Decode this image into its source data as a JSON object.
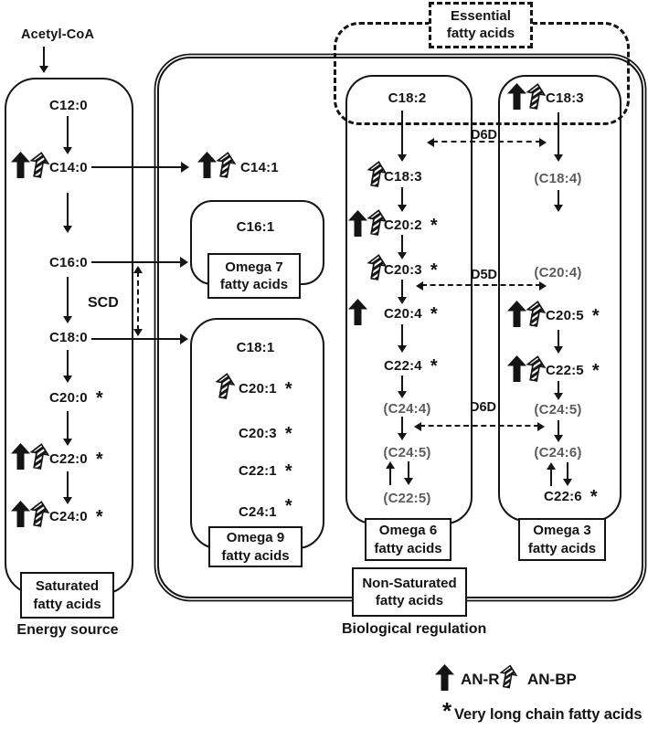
{
  "diagram": {
    "acetyl_coa": "Acetyl-CoA",
    "star": "*",
    "captions": {
      "energy_source": "Energy source",
      "biological_regulation": "Biological regulation"
    },
    "group_labels": {
      "saturated": "Saturated\nfatty acids",
      "essential": "Essential\nfatty acids",
      "omega7": "Omega 7\nfatty acids",
      "omega9": "Omega 9\nfatty acids",
      "omega6": "Omega 6\nfatty acids",
      "omega3": "Omega 3\nfatty acids",
      "non_saturated": "Non-Saturated\nfatty acids"
    },
    "enzymes": {
      "scd": "SCD",
      "d6d_top": "D6D",
      "d5d": "D5D",
      "d6d_bottom": "D6D"
    },
    "saturated_nodes": [
      "C12:0",
      "C14:0",
      "C16:0",
      "C18:0",
      "C20:0",
      "C22:0",
      "C24:0"
    ],
    "mid_node": "C14:1",
    "omega7_nodes": [
      "C16:1"
    ],
    "omega9_nodes": [
      "C18:1",
      "C20:1",
      "C20:3",
      "C22:1",
      "C24:1"
    ],
    "omega6_nodes": [
      "C18:2",
      "C18:3",
      "C20:2",
      "C20:3",
      "C20:4",
      "C22:4",
      "(C24:4)",
      "(C24:5)",
      "(C22:5)"
    ],
    "omega3_nodes": [
      "C18:3",
      "(C18:4)",
      "(C20:4)",
      "C20:5",
      "C22:5",
      "(C24:5)",
      "(C24:6)",
      "C22:6"
    ],
    "legend": {
      "an_r": "AN-R",
      "an_bp": "AN-BP",
      "star_note": "Very long chain fatty acids"
    },
    "colors": {
      "ink": "#141414",
      "muted": "#5c5c5c"
    }
  }
}
